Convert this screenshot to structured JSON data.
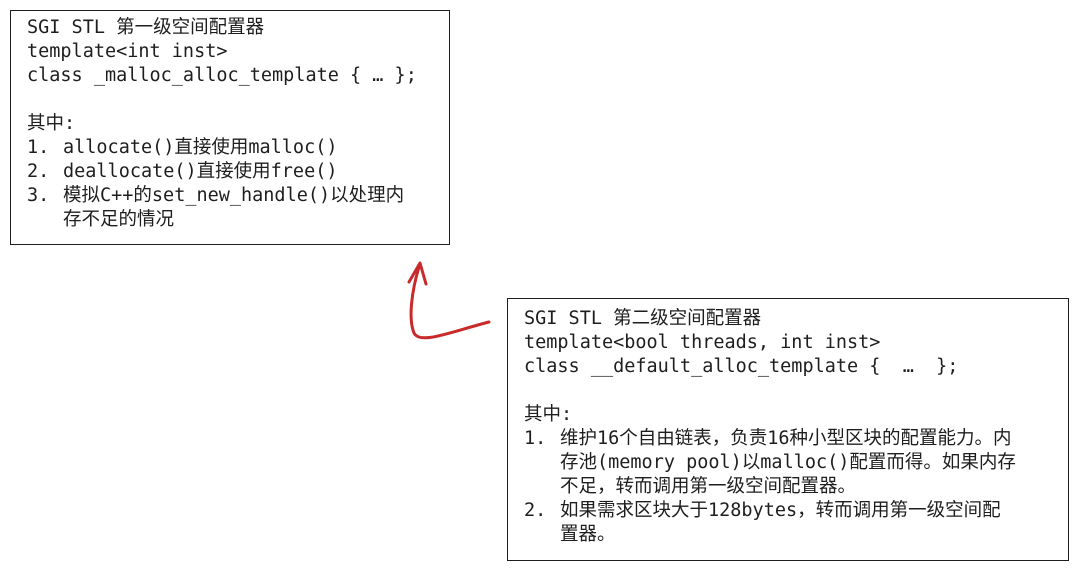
{
  "box1": {
    "title": "SGI STL 第一级空间配置器",
    "code_line1": "template<int inst>",
    "code_line2": "class _malloc_alloc_template { … };",
    "section_label": "其中:",
    "items": [
      {
        "num": "1.",
        "lines": [
          "allocate()直接使用malloc()"
        ]
      },
      {
        "num": "2.",
        "lines": [
          "deallocate()直接使用free()"
        ]
      },
      {
        "num": "3.",
        "lines": [
          "模拟C++的set_new_handle()以处理内",
          "存不足的情况"
        ]
      }
    ]
  },
  "box2": {
    "title": "SGI STL 第二级空间配置器",
    "code_line1": "template<bool threads, int inst>",
    "code_line2": "class __default_alloc_template {  …  };",
    "section_label": "其中:",
    "items": [
      {
        "num": "1.",
        "lines": [
          "维护16个自由链表，负责16种小型区块的配置能力。内",
          "存池(memory pool)以malloc()配置而得。如果内存",
          "不足，转而调用第一级空间配置器。"
        ]
      },
      {
        "num": "2.",
        "lines": [
          "如果需求区块大于128bytes，转而调用第一级空间配",
          "置器。"
        ]
      }
    ]
  },
  "arrow": {
    "color": "#c92a2a"
  }
}
